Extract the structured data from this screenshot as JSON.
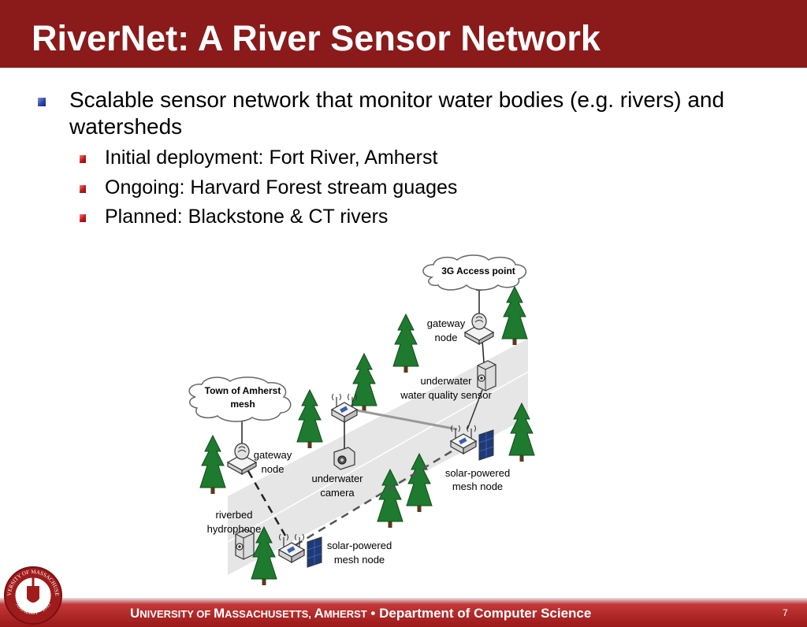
{
  "slide": {
    "title": "RiverNet: A River Sensor Network",
    "bullets": [
      "Scalable sensor network that monitor water bodies (e.g. rivers) and watersheds",
      "Initial deployment: Fort River, Amherst",
      "Ongoing: Harvard Forest stream guages",
      "Planned: Blackstone & CT rivers"
    ]
  },
  "diagram": {
    "access_point": "3G Access point",
    "town_mesh_line1": "Town of Amherst",
    "town_mesh_line2": "mesh",
    "gateway_top_line1": "gateway",
    "gateway_top_line2": "node",
    "water_sensor_line1": "underwater",
    "water_sensor_line2": "water quality sensor",
    "gateway_left_line1": "gateway",
    "gateway_left_line2": "node",
    "solar_right_line1": "solar-powered",
    "solar_right_line2": "mesh node",
    "camera_line1": "underwater",
    "camera_line2": "camera",
    "hydrophone_line1": "riverbed",
    "hydrophone_line2": "hydrophone",
    "solar_bottom_line1": "solar-powered",
    "solar_bottom_line2": "mesh node"
  },
  "footer": {
    "u": "U",
    "niversity": "NIVERSITY OF ",
    "m": "M",
    "assachusetts": "ASSACHUSETTS, ",
    "a": "A",
    "mherst": "MHERST",
    "separator": " • ",
    "department": "Department of Computer Science",
    "page_number": "7",
    "seal_top_text": "UNIVERSITY OF MASSACHUSETTS",
    "seal_bottom_text": "AMHERST • 1863"
  },
  "colors": {
    "title_bar": "#8b1a1a",
    "footer_bar": "#9a1818",
    "tree_green": "#1e7a2e",
    "river_gray": "#e6e6e6"
  }
}
